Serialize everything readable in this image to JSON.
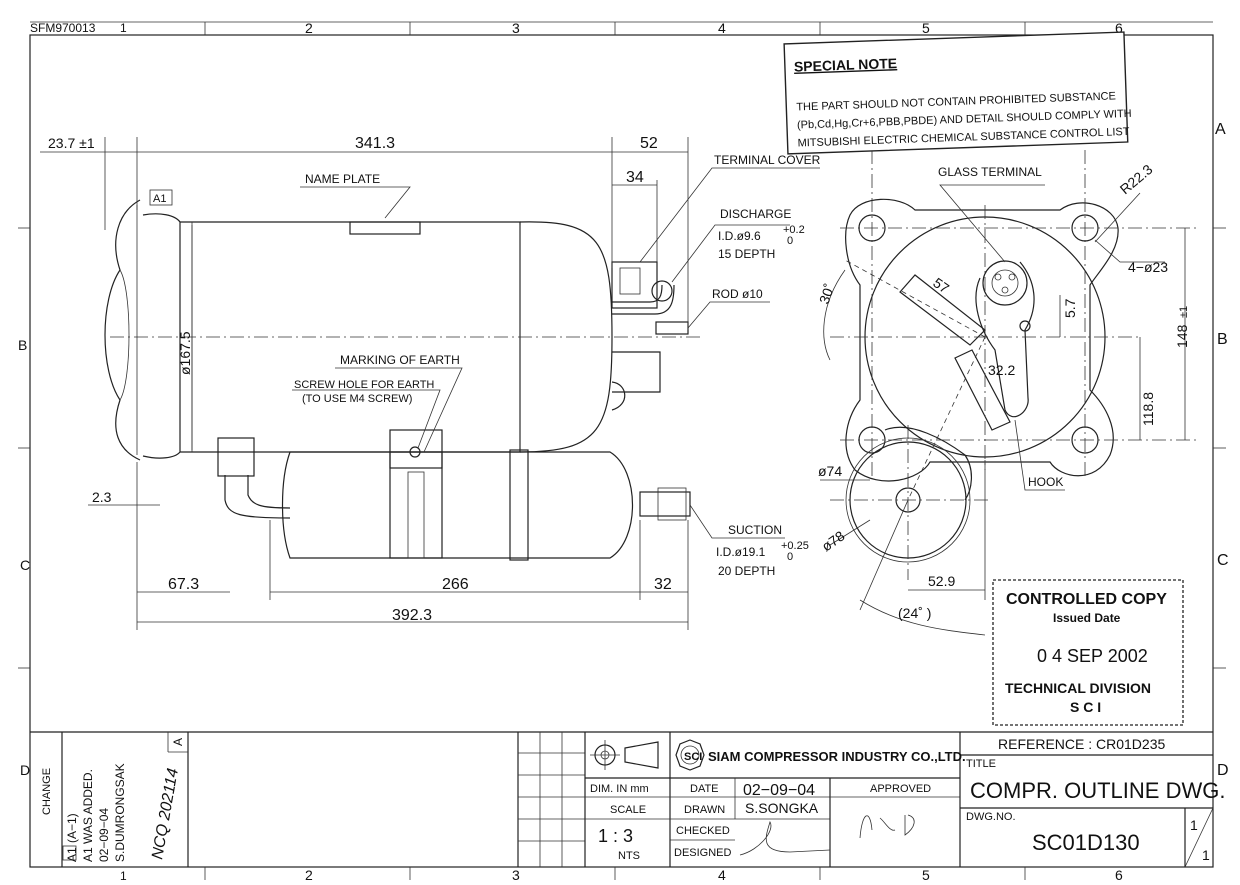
{
  "header": {
    "doc_code": "SFM970013"
  },
  "border": {
    "top_numbers": [
      "1",
      "2",
      "3",
      "4",
      "5",
      "6"
    ],
    "bottom_numbers": [
      "1",
      "2",
      "3",
      "4",
      "5",
      "6"
    ],
    "right_letters": [
      "A",
      "B",
      "C",
      "D"
    ],
    "left_letters": [
      "B",
      "C",
      "D"
    ]
  },
  "special_note": {
    "title": "SPECIAL NOTE",
    "line1": "THE PART SHOULD NOT CONTAIN PROHIBITED SUBSTANCE",
    "line2": "(Pb,Cd,Hg,Cr+6,PBB,PBDE) AND DETAIL SHOULD COMPLY WITH",
    "line3": "MITSUBISHI ELECTRIC CHEMICAL SUBSTANCE CONTROL LIST"
  },
  "side_view": {
    "dim_23_7": "23.7 ±1",
    "dim_341_3": "341.3",
    "dim_52": "52",
    "dim_34": "34",
    "dim_167_5": "ø167.5",
    "dim_2_3": "2.3",
    "dim_67_3": "67.3",
    "dim_266": "266",
    "dim_32": "32",
    "dim_392_3": "392.3",
    "a1_tag": "A1",
    "name_plate": "NAME PLATE",
    "terminal_cover": "TERMINAL COVER",
    "discharge": "DISCHARGE",
    "discharge_id": "I.D.ø9.6",
    "discharge_tol_plus": "+0.2",
    "discharge_tol_zero": "0",
    "discharge_depth": "15 DEPTH",
    "rod": "ROD ø10",
    "marking_earth": "MARKING OF EARTH",
    "screw_hole": "SCREW HOLE FOR EARTH",
    "screw_note": "(TO USE M4 SCREW)",
    "suction": "SUCTION",
    "suction_id": "I.D.ø19.1",
    "suction_tol_plus": "+0.25",
    "suction_tol_zero": "0",
    "suction_depth": "20 DEPTH"
  },
  "top_view": {
    "glass_terminal": "GLASS TERMINAL",
    "r22_3": "R22.3",
    "holes": "4−ø23",
    "dim_148": "148",
    "dim_148_tol": "±1",
    "dim_118_8": "118.8",
    "dim_57": "57",
    "dim_5_7": "5.7",
    "dim_32_2": "32.2",
    "angle_30": "30˚",
    "dim_74": "ø74",
    "dim_78": "ø78",
    "hook": "HOOK",
    "dim_52_9": "52.9",
    "angle_24": "(24˚ )"
  },
  "stamp": {
    "title": "CONTROLLED COPY",
    "issued_label": "Issued Date",
    "date": "0 4 SEP 2002",
    "division": "TECHNICAL DIVISION",
    "org": "S C I"
  },
  "title_block": {
    "change_label": "CHANGE",
    "change_tag": "A1",
    "change_code": "(A−1)",
    "change_desc": "A1 WAS ADDED.",
    "change_date": "02−09−04",
    "change_by": "S.DUMRONGSAK",
    "change_sign": "NCQ 202114",
    "change_letter": "A",
    "company": "SIAM COMPRESSOR INDUSTRY CO.,LTD.",
    "logo_text": "SCI",
    "dim_unit": "DIM. IN mm",
    "scale_label": "SCALE",
    "scale_value": "1 : 3",
    "nts": "NTS",
    "date_label": "DATE",
    "date_value": "02−09−04",
    "drawn_label": "DRAWN",
    "drawn_value": "S.SONGKA",
    "checked_label": "CHECKED",
    "designed_label": "DESIGNED",
    "approved_label": "APPROVED",
    "reference": "REFERENCE : CR01D235",
    "title_label": "TITLE",
    "title": "COMPR. OUTLINE DWG.",
    "dwg_label": "DWG.NO.",
    "dwg_no": "SC01D130",
    "sheet_num": "1",
    "sheet_den": "1"
  }
}
